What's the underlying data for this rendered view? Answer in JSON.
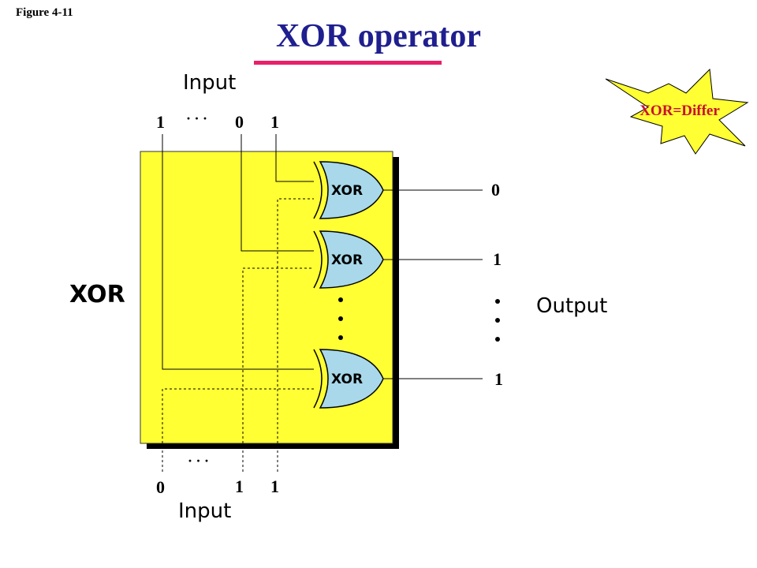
{
  "figure_label": "Figure 4-11",
  "title": "XOR operator",
  "colors": {
    "title": "#1f1f8f",
    "underline": "#e8206a",
    "panel": "#ffff33",
    "gate": "#a8d8ea",
    "star": "#ffff33",
    "star_text": "#c8102e"
  },
  "badge": {
    "text": "XOR=Differ"
  },
  "panel_label": "XOR",
  "top_input": {
    "label": "Input",
    "bits": [
      "1",
      "0",
      "1"
    ],
    "ellipsis": "· · ·"
  },
  "bottom_input": {
    "label": "Input",
    "bits": [
      "0",
      "1",
      "1"
    ],
    "ellipsis": "· · ·"
  },
  "gates": [
    {
      "label": "XOR",
      "output": "0"
    },
    {
      "label": "XOR",
      "output": "1"
    },
    {
      "label": "XOR",
      "output": "1"
    }
  ],
  "output_label": "Output"
}
